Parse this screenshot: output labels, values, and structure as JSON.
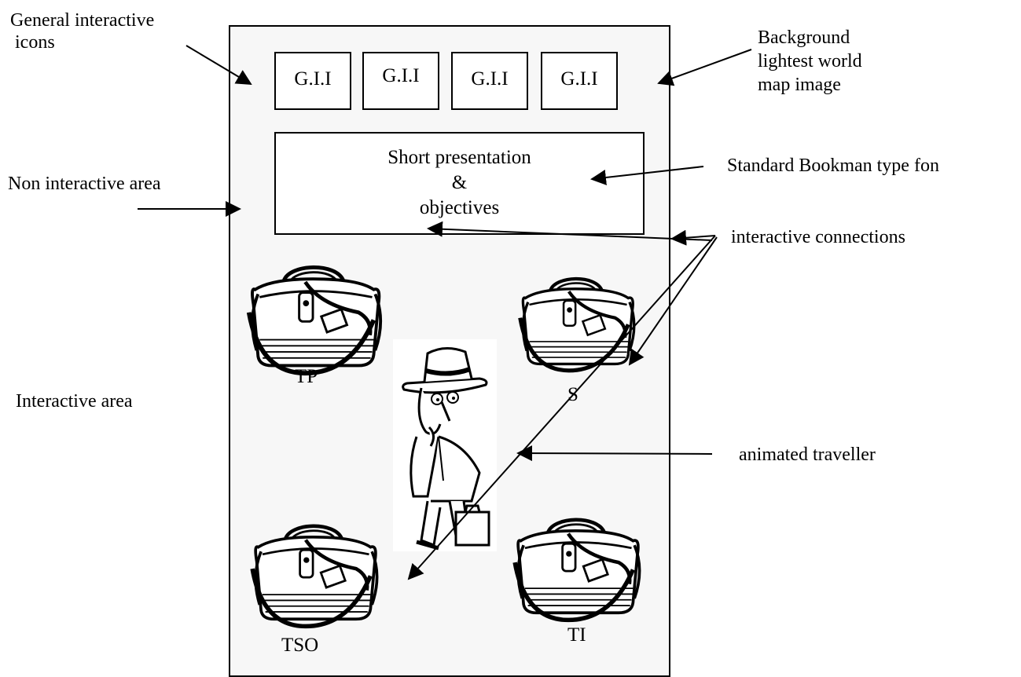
{
  "screen": {
    "gii_buttons": [
      "G.I.I",
      "G.I.I",
      "G.I.I",
      "G.I.I"
    ],
    "presentation": {
      "line1": "Short presentation",
      "line2": "&",
      "line3": "objectives"
    },
    "bags": {
      "tp": "TP",
      "s": "S",
      "tso": "TSO",
      "ti": "TI"
    }
  },
  "annotations": {
    "general_icons_line1": "General interactive",
    "general_icons_line2": "icons",
    "background_line1": "Background",
    "background_line2": "lightest world",
    "background_line3": "map image",
    "font_note": "Standard Bookman type fon",
    "non_interactive": "Non interactive area",
    "interactive_area": "Interactive area",
    "interactive_connections": "interactive connections",
    "animated_traveller": "animated traveller"
  }
}
